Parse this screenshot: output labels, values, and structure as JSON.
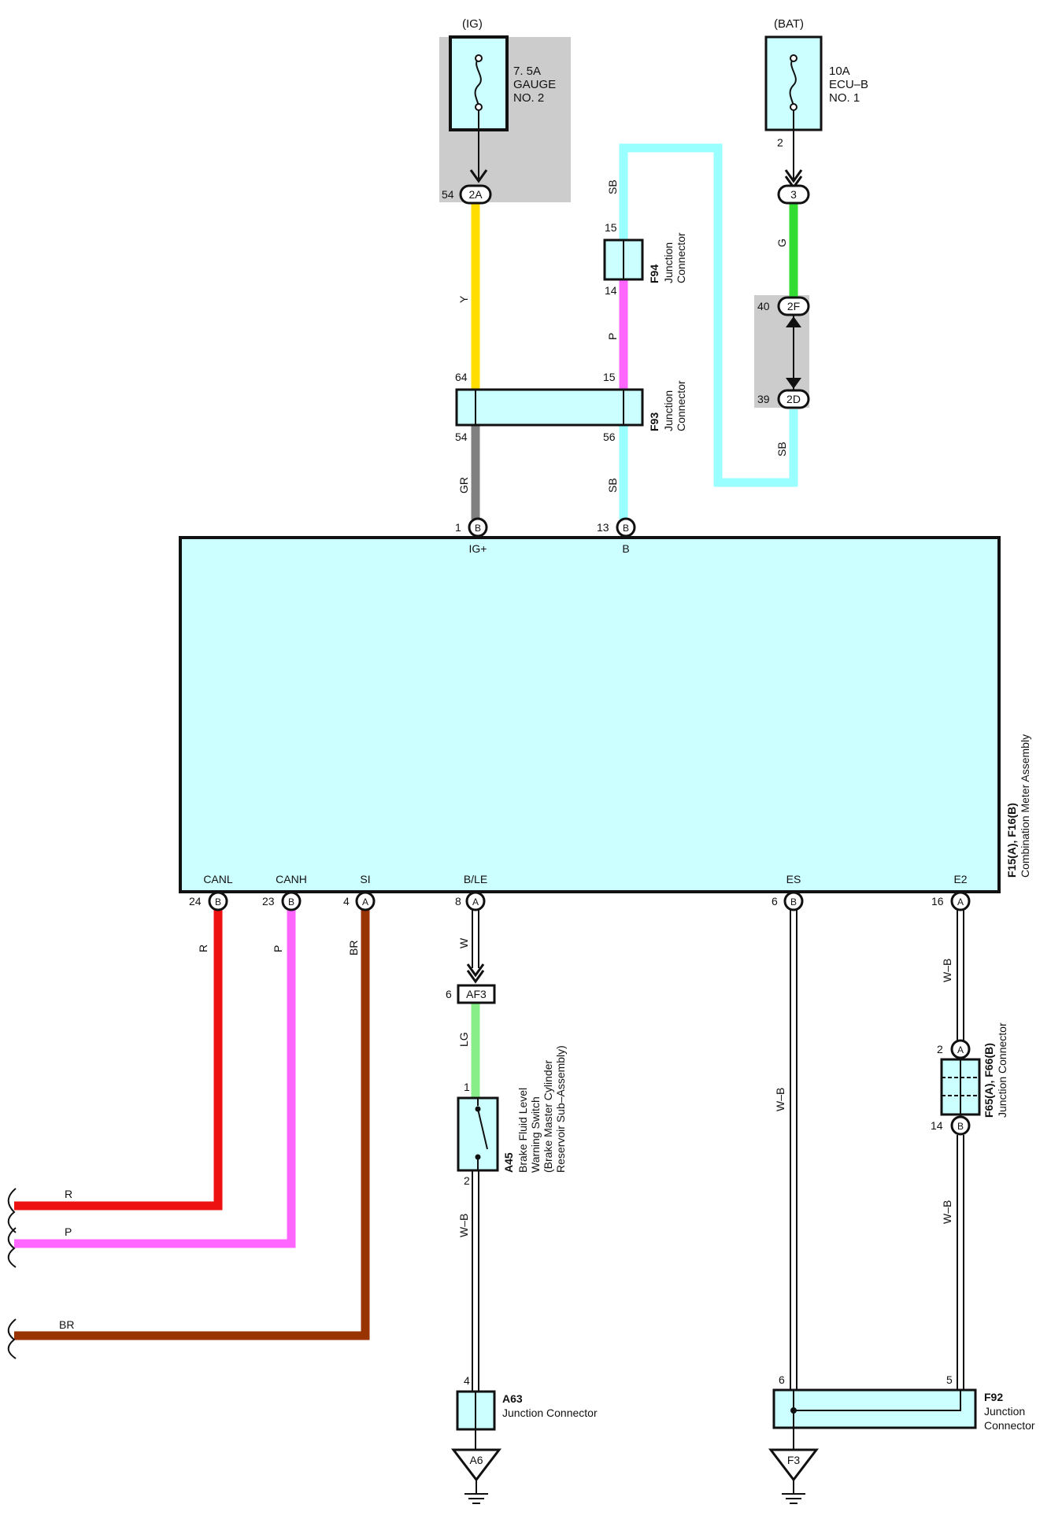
{
  "sources": {
    "ig_label": "(IG)",
    "bat_label": "(BAT)",
    "fuse_ig": {
      "line1": "7. 5A",
      "line2": "GAUGE",
      "line3": "NO. 2"
    },
    "fuse_bat": {
      "line1": "10A",
      "line2": "ECU–B",
      "line3": "NO. 1"
    }
  },
  "connectors": {
    "c_2a": {
      "id": "2A",
      "pin": "54"
    },
    "c_3": {
      "id": "3",
      "pin": "2"
    },
    "c_2f": {
      "id": "2F",
      "pin": "40"
    },
    "c_2d": {
      "id": "2D",
      "pin": "39"
    },
    "c_af3": {
      "id": "AF3",
      "pin": "6"
    }
  },
  "junctions": {
    "f94": {
      "code": "F94",
      "name1": "Junction",
      "name2": "Connector",
      "pin_top": "15",
      "pin_bottom": "14"
    },
    "f93": {
      "code": "F93",
      "name1": "Junction",
      "name2": "Connector",
      "pin_tl": "64",
      "pin_tr": "15",
      "pin_bl": "54",
      "pin_br": "56"
    },
    "f65": {
      "code": "F65(A), F66(B)",
      "name": "Junction Connector",
      "pin_top": "2",
      "pin_bottom": "14",
      "top_letter": "A",
      "bottom_letter": "B"
    },
    "a63": {
      "code": "A63",
      "name": "Junction Connector",
      "pin": "4"
    },
    "f92": {
      "code": "F92",
      "name1": "Junction",
      "name2": "Connector",
      "pin_left": "6",
      "pin_right": "5"
    }
  },
  "grounds": {
    "left": "A6",
    "right": "F3"
  },
  "switch": {
    "code": "A45",
    "line1": "Brake Fluid Level",
    "line2": "Warning Switch",
    "line3": "(Brake Master Cylinder",
    "line4": "Reservoir Sub–Assembly)",
    "pin_top": "1",
    "pin_bottom": "2"
  },
  "meter": {
    "code": "F15(A), F16(B)",
    "name": "Combination Meter Assembly",
    "top_terminals": [
      {
        "pin": "1",
        "letter": "B",
        "label": "IG+"
      },
      {
        "pin": "13",
        "letter": "B",
        "label": "B"
      }
    ],
    "bottom_terminals": [
      {
        "pin": "24",
        "letter": "B",
        "label": "CANL"
      },
      {
        "pin": "23",
        "letter": "B",
        "label": "CANH"
      },
      {
        "pin": "4",
        "letter": "A",
        "label": "SI"
      },
      {
        "pin": "8",
        "letter": "A",
        "label": "B/LE"
      },
      {
        "pin": "6",
        "letter": "B",
        "label": "ES"
      },
      {
        "pin": "16",
        "letter": "A",
        "label": "E2"
      }
    ]
  },
  "wire_colors": {
    "y": "Y",
    "gr": "GR",
    "sb1": "SB",
    "p1": "P",
    "sb2": "SB",
    "g": "G",
    "sb3": "SB",
    "r": "R",
    "p2": "P",
    "br": "BR",
    "w": "W",
    "lg": "LG",
    "wb1": "W–B",
    "wb2": "W–B",
    "wb3": "W–B",
    "wb4": "W–B",
    "r_end": "R",
    "p_end": "P",
    "br_end": "BR"
  },
  "colors": {
    "yellow": "#ffdd00",
    "gray": "#808080",
    "skyblue": "#99ffff",
    "pink": "#ff66ff",
    "green": "#33dd33",
    "red": "#ee1111",
    "brown": "#993300",
    "lightgreen": "#88ee88",
    "box_fill": "#ccffff",
    "fuse_bg": "#cccccc"
  }
}
